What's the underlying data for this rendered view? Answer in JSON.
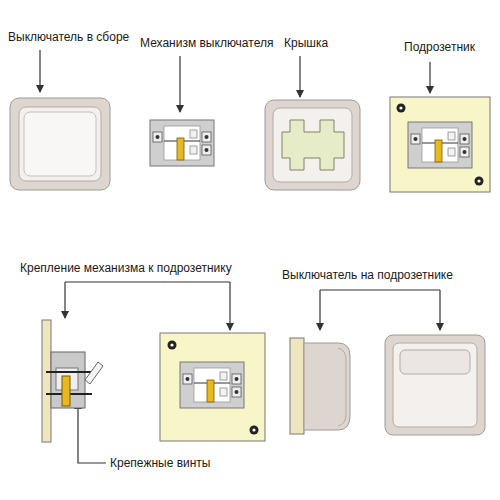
{
  "diagram": {
    "labels": [
      "Выключатель в сборе",
      "Механизм выключателя",
      "Крышка",
      "Подрозетник",
      "Крепление механизма к подрозетнику",
      "Крепежные винты",
      "Выключатель на подрозетнике"
    ]
  }
}
